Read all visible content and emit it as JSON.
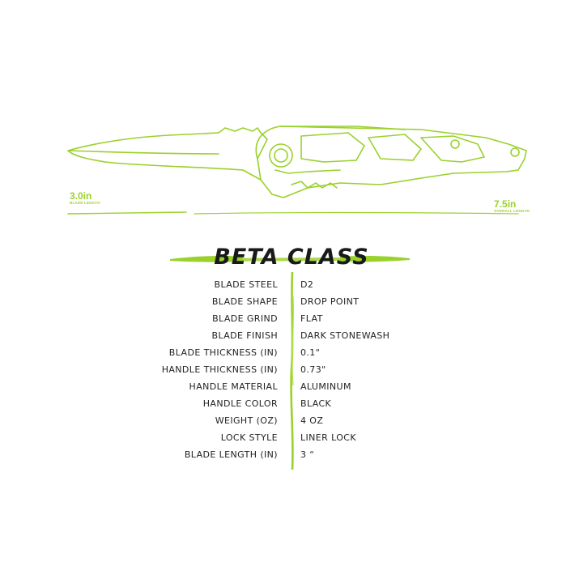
{
  "measurements": {
    "blade_length_value": "3.0in",
    "blade_length_caption": "BLADE LENGTH",
    "overall_length_value": "7.5in",
    "overall_length_caption": "OVERALL LENGTH"
  },
  "title": "BETA CLASS",
  "specs": [
    {
      "label": "BLADE STEEL",
      "value": "D2"
    },
    {
      "label": "BLADE SHAPE",
      "value": "DROP POINT"
    },
    {
      "label": "BLADE GRIND",
      "value": "FLAT"
    },
    {
      "label": "BLADE FINISH",
      "value": "DARK STONEWASH"
    },
    {
      "label": "BLADE THICKNESS (IN)",
      "value": "0.1\""
    },
    {
      "label": "HANDLE THICKNESS (IN)",
      "value": "0.73\""
    },
    {
      "label": "HANDLE MATERIAL",
      "value": "ALUMINUM"
    },
    {
      "label": "HANDLE COLOR",
      "value": "BLACK"
    },
    {
      "label": "WEIGHT (OZ)",
      "value": "4 OZ"
    },
    {
      "label": "LOCK STYLE",
      "value": "LINER LOCK"
    },
    {
      "label": "BLADE LENGTH (IN)",
      "value": "3 “"
    }
  ],
  "colors": {
    "accent": "#9ad12a",
    "text": "#222222"
  },
  "icons": [
    "knife-outline-icon"
  ]
}
